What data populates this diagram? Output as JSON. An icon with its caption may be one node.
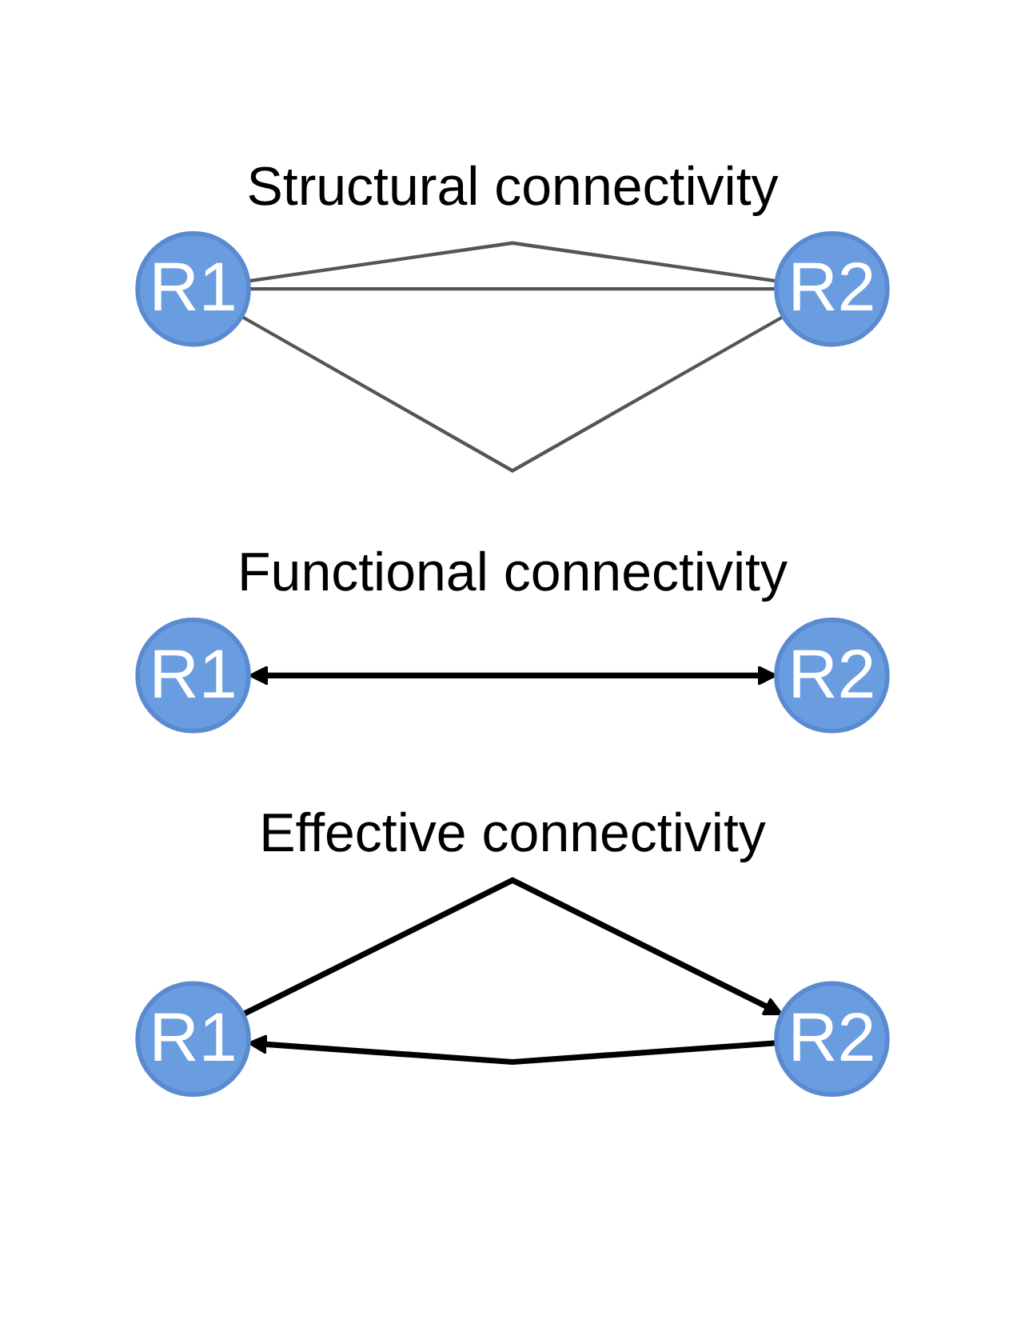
{
  "diagram": {
    "nodes": [
      {
        "text": [
          "R1"
        ]
      },
      {
        "text": [
          "R2"
        ]
      },
      {
        "text": [
          "R1"
        ]
      },
      {
        "text": [
          "R2"
        ]
      },
      {
        "text": [
          "R1"
        ]
      },
      {
        "text": [
          "R2"
        ]
      }
    ],
    "edges": [
      {
        "from": 0,
        "to": 1,
        "arrow": "none"
      },
      {
        "from": 0,
        "to": 1,
        "arrow": "none"
      },
      {
        "from": 0,
        "to": 1,
        "arrow": "none"
      },
      {
        "from": 2,
        "to": 3,
        "arrow": "both"
      },
      {
        "from": 5,
        "to": 4,
        "arrow": "to"
      },
      {
        "from": 4,
        "to": 5,
        "arrow": "to"
      }
    ],
    "labels": [
      "Structural connectivity",
      "Functional connectivity",
      "Effective connectivity"
    ]
  }
}
